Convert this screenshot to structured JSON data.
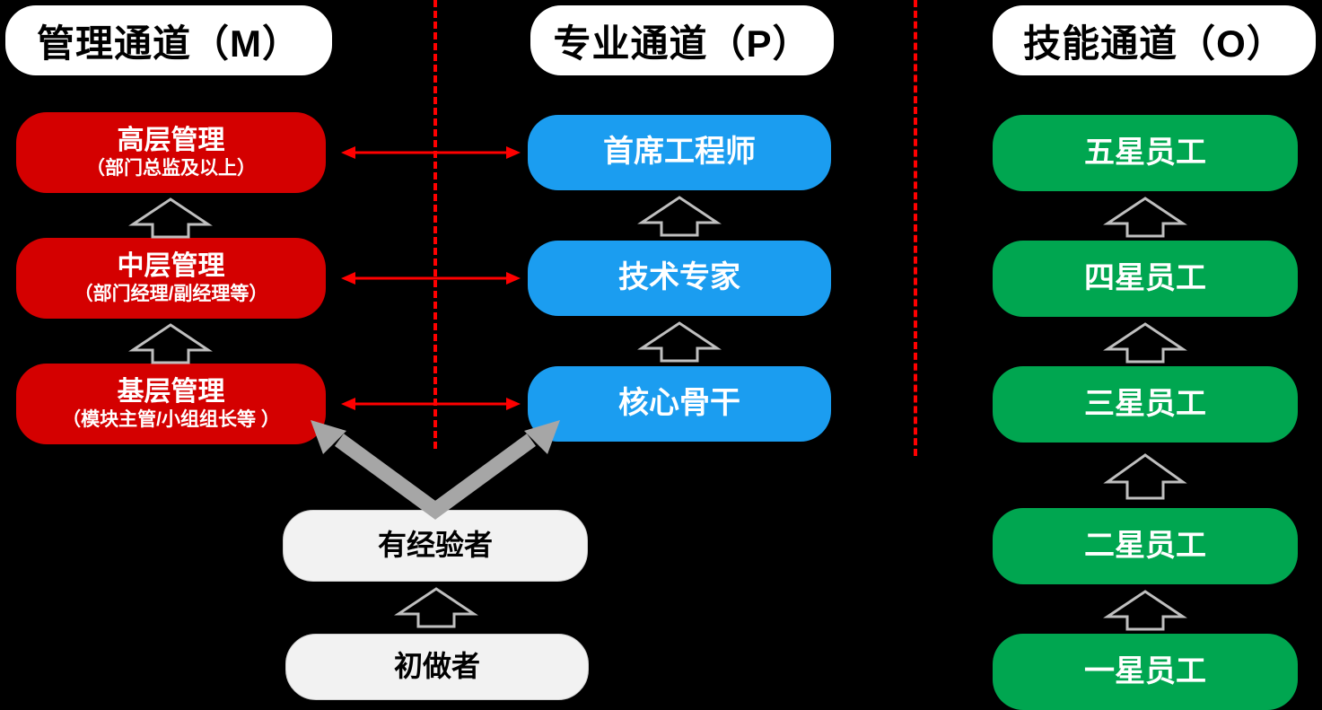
{
  "diagram": {
    "title_omitted": "",
    "colors": {
      "management": "#d40000",
      "professional": "#1b9df0",
      "skill": "#00a650",
      "base": "#f2f2f2",
      "separator": "#ff0000",
      "arrow_grey": "#a6a6a6",
      "background": "#000000"
    },
    "headers": [
      {
        "id": "m",
        "label": "管理通道（M）"
      },
      {
        "id": "p",
        "label": "专业通道（P）"
      },
      {
        "id": "o",
        "label": "技能通道（O）"
      }
    ],
    "columns": {
      "management": [
        {
          "title": "高层管理",
          "sub": "（部门总监及以上）"
        },
        {
          "title": "中层管理",
          "sub": "（部门经理/副经理等）"
        },
        {
          "title": "基层管理",
          "sub": "（模块主管/小组组长等 ）"
        }
      ],
      "professional": [
        {
          "title": "首席工程师",
          "sub": ""
        },
        {
          "title": "技术专家",
          "sub": ""
        },
        {
          "title": "核心骨干",
          "sub": ""
        }
      ],
      "skill": [
        {
          "title": "五星员工",
          "sub": ""
        },
        {
          "title": "四星员工",
          "sub": ""
        },
        {
          "title": "三星员工",
          "sub": ""
        },
        {
          "title": "二星员工",
          "sub": ""
        },
        {
          "title": "一星员工",
          "sub": ""
        }
      ],
      "base": [
        {
          "title": "有经验者",
          "sub": ""
        },
        {
          "title": "初做者",
          "sub": ""
        }
      ]
    }
  }
}
